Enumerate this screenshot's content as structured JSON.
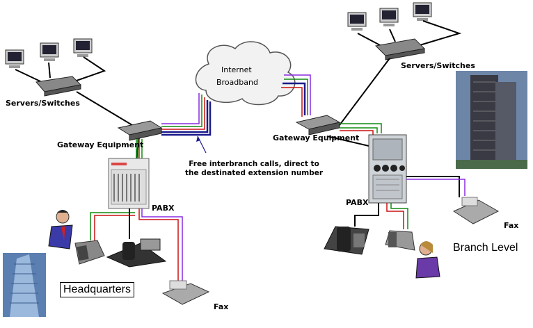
{
  "labels": {
    "internet_line1": "Internet",
    "internet_line2": "Broadband",
    "servers_left": "Servers/Switches",
    "servers_right": "Servers/Switches",
    "gateway_left": "Gateway Equipment",
    "gateway_right": "Gateway Equipment",
    "pabx_left": "PABX",
    "pabx_right": "PABX",
    "fax_left": "Fax",
    "fax_right": "Fax",
    "headquarters": "Headquarters",
    "branch": "Branch Level",
    "note_line1": "Free interbranch calls, direct to",
    "note_line2": "the destinated extension number"
  },
  "colors": {
    "link_blue": "#1a1a8c",
    "link_red": "#cc1111",
    "link_green": "#108a10",
    "link_purple": "#8a2be2",
    "cable": "#000000",
    "cloud_fill": "#f2f2f2"
  }
}
